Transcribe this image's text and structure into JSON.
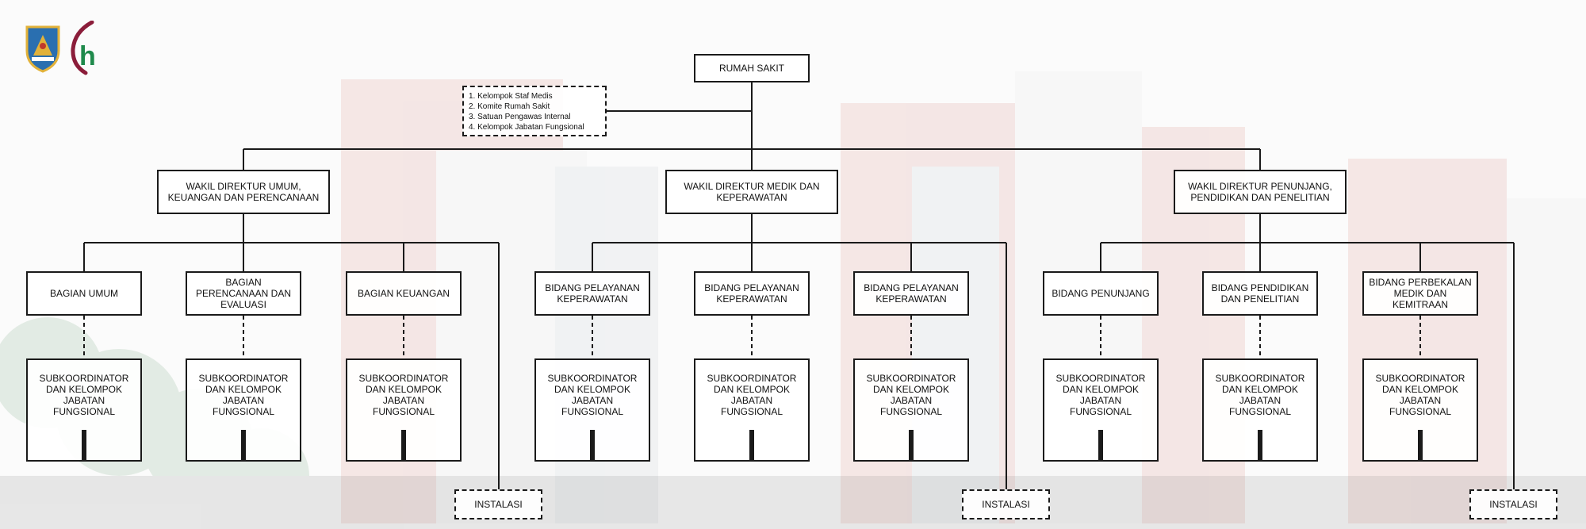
{
  "org_chart": {
    "root": "RUMAH SAKIT",
    "committees": [
      "1. Kelompok Staf Medis",
      "2. Komite Rumah Sakit",
      "3. Satuan Pengawas Internal",
      "4. Kelompok Jabatan Fungsional"
    ],
    "directors": [
      {
        "title": "WAKIL DIREKTUR UMUM, KEUANGAN DAN PERENCANAAN",
        "units": [
          "BAGIAN UMUM",
          "BAGIAN PERENCANAAN DAN EVALUASI",
          "BAGIAN KEUANGAN"
        ],
        "installation": "INSTALASI"
      },
      {
        "title": "WAKIL DIREKTUR MEDIK DAN KEPERAWATAN",
        "units": [
          "BIDANG PELAYANAN KEPERAWATAN",
          "BIDANG PELAYANAN KEPERAWATAN",
          "BIDANG PELAYANAN KEPERAWATAN"
        ],
        "installation": "INSTALASI"
      },
      {
        "title": "WAKIL DIREKTUR PENUNJANG, PENDIDIKAN DAN PENELITIAN",
        "units": [
          "BIDANG PENUNJANG",
          "BIDANG PENDIDIKAN DAN PENELITIAN",
          "BIDANG PERBEKALAN MEDIK DAN KEMITRAAN"
        ],
        "installation": "INSTALASI"
      }
    ],
    "subcoordinator": "SUBKOORDINATOR DAN KELOMPOK JABATAN FUNGSIONAL"
  },
  "logos": [
    "province-crest-icon",
    "hospital-h-logo-icon"
  ],
  "colors": {
    "line": "#1a1a1a",
    "logo_maroon": "#8b1d3a",
    "logo_green": "#1f8a4c",
    "crest_blue": "#2a6fb0",
    "crest_gold": "#e2b23a"
  }
}
